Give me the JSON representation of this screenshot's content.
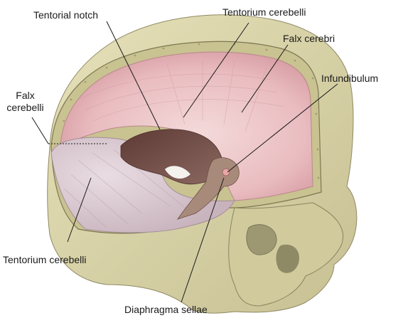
{
  "labels": {
    "tentorial_notch": "Tentorial notch",
    "tentorium_cerebelli_top": "Tentorium cerebelli",
    "falx_cerebri": "Falx cerebri",
    "infundibulum": "Infundibulum",
    "falx_cerebelli_line1": "Falx",
    "falx_cerebelli_line2": "cerebelli",
    "tentorium_cerebelli_bottom": "Tentorium cerebelli",
    "diaphragma_sellae": "Diaphragma sellae"
  },
  "colors": {
    "bone": "#d9d4a8",
    "bone_shadow": "#b8b283",
    "dura_pink": "#e7b8bc",
    "dura_light": "#f1d6d6",
    "tentorium": "#d8c7cf",
    "cavity_dark": "#6e4a44",
    "leader_line": "#1a1a1a"
  }
}
